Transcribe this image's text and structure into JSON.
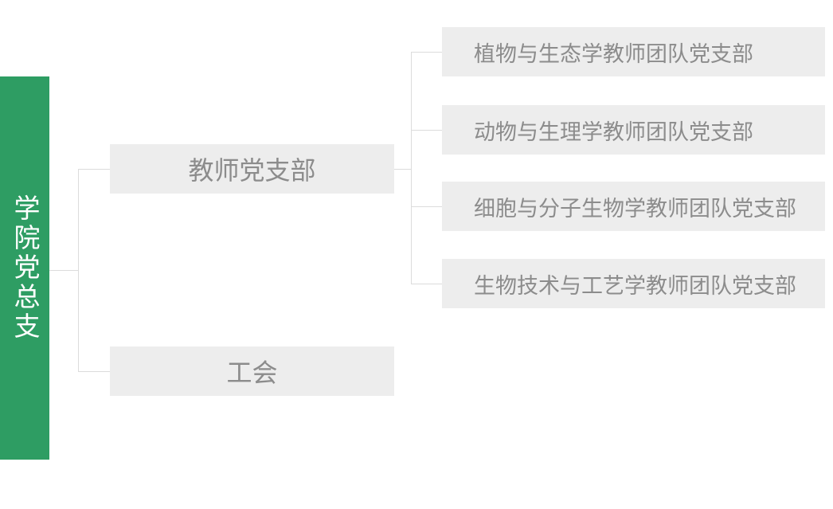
{
  "diagram": {
    "type": "org-chart",
    "root": {
      "label": "学院党总支"
    },
    "branches": [
      {
        "label": "教师党支部",
        "children": [
          {
            "label": "植物与生态学教师团队党支部"
          },
          {
            "label": "动物与生理学教师团队党支部"
          },
          {
            "label": "细胞与分子生物学教师团队党支部"
          },
          {
            "label": "生物技术与工艺学教师团队党支部"
          }
        ]
      },
      {
        "label": "工会",
        "children": []
      }
    ],
    "colors": {
      "root_bg": "#2e9d63",
      "root_text": "#ffffff",
      "node_bg": "#ededed",
      "node_text": "#8c8c8c",
      "connector": "#dcdcdc",
      "background": "#ffffff"
    }
  }
}
